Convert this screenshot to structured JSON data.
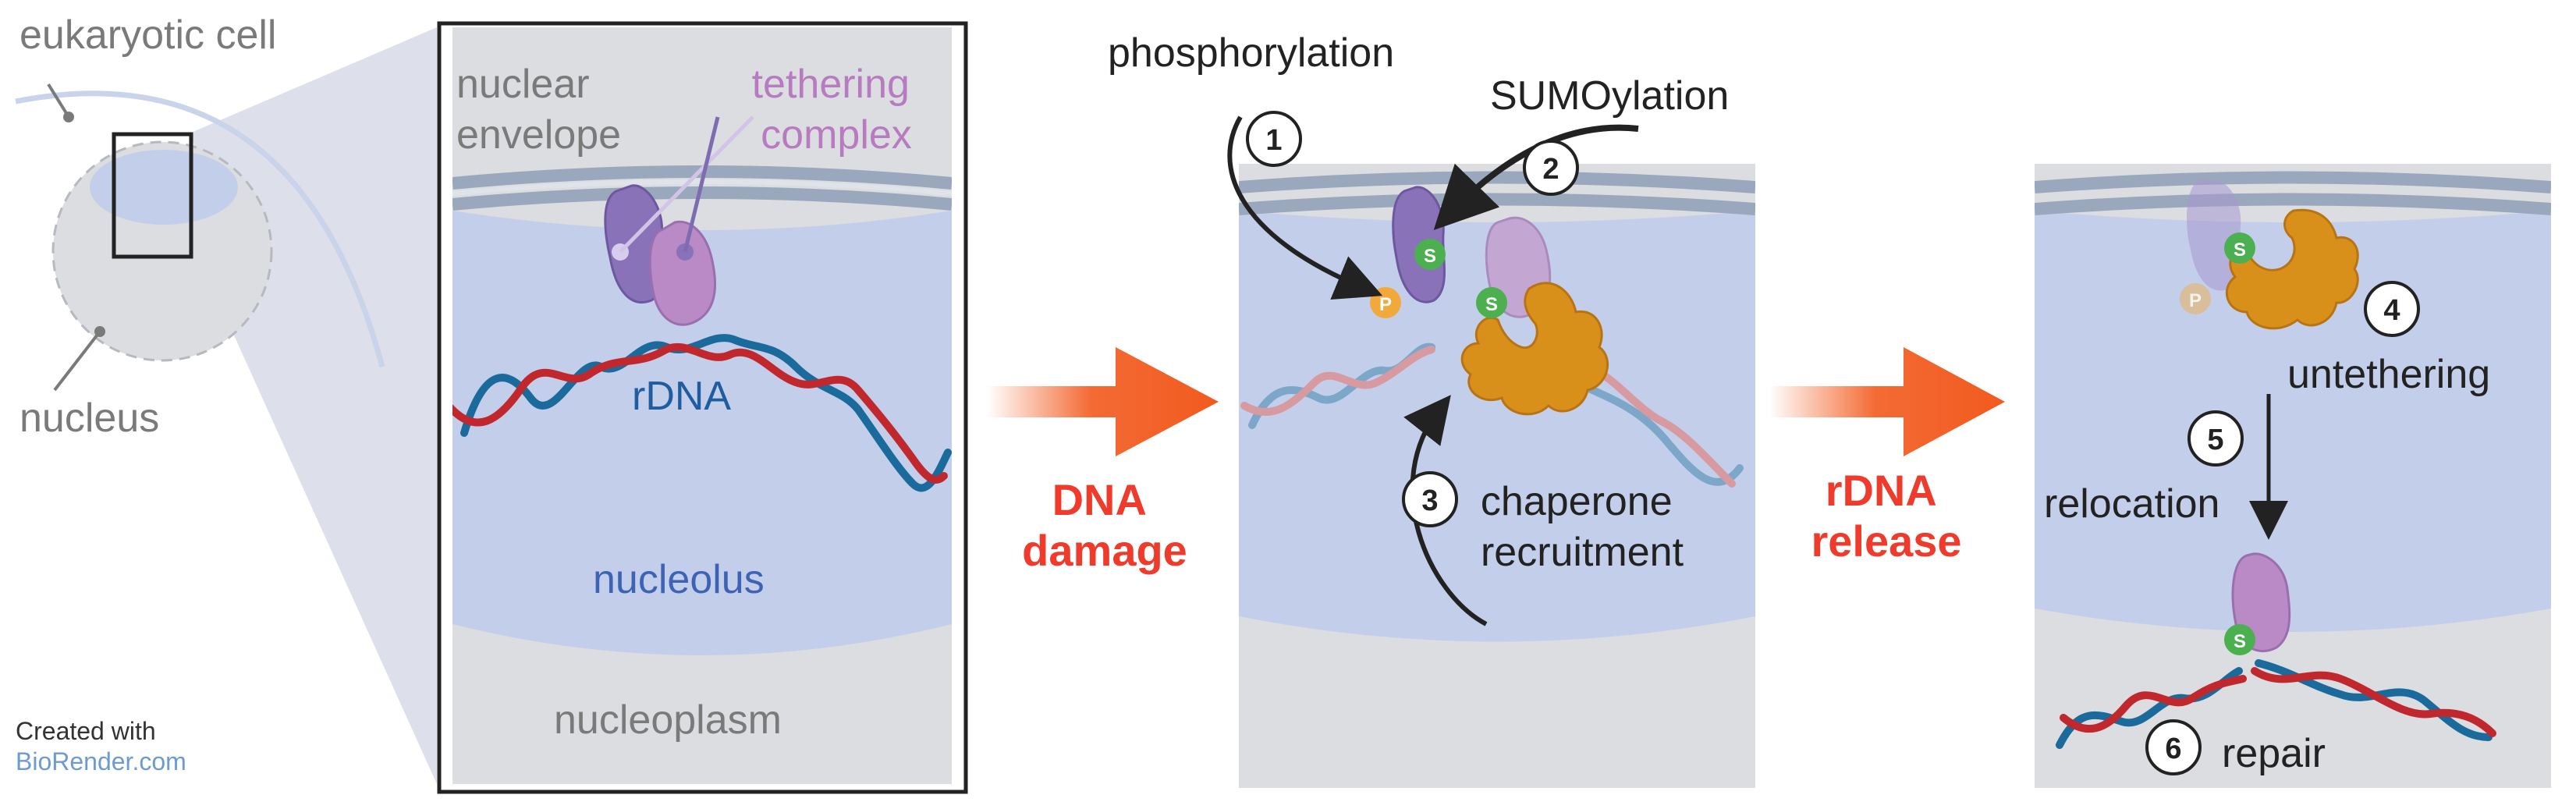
{
  "cell_overview": {
    "cell_label": "eukaryotic cell",
    "nucleus_label": "nucleus"
  },
  "zoom_panel": {
    "nuclear_envelope_label": "nuclear\nenvelope",
    "tethering_complex_label": "tethering\ncomplex",
    "rdna_label": "rDNA",
    "nucleolus_label": "nucleolus",
    "nucleoplasm_label": "nucleoplasm"
  },
  "transitions": [
    {
      "label": "DNA\ndamage",
      "color": "#ef3b2c"
    },
    {
      "label": "rDNA\nrelease",
      "color": "#ef3b2c"
    }
  ],
  "damage_panel": {
    "steps": [
      {
        "number": "1",
        "label": "phosphorylation"
      },
      {
        "number": "2",
        "label": "SUMOylation"
      },
      {
        "number": "3",
        "label": "chaperone\nrecruitment"
      }
    ]
  },
  "release_panel": {
    "steps": [
      {
        "number": "4",
        "label": "untethering"
      },
      {
        "number": "5",
        "label": "relocation"
      },
      {
        "number": "6",
        "label": "repair"
      }
    ]
  },
  "modification_badges": {
    "phospho": {
      "letter": "P",
      "color": "#f2a93b"
    },
    "sumo": {
      "letter": "S",
      "color": "#4caf50"
    }
  },
  "credit": {
    "line1": "Created with",
    "line2": "BioRender.com"
  },
  "colors": {
    "nucleolus": "#c3cfea",
    "nucleoplasm": "#dcdde1",
    "envelope": "#9aa8bd",
    "tether_purple": "#8a72b8",
    "tether_pink": "#b98ac6",
    "chaperone": "#d9901a",
    "dna_red": "#c0282d",
    "dna_blue": "#1b6a9c",
    "arrow_orange": "#f25a1e"
  }
}
